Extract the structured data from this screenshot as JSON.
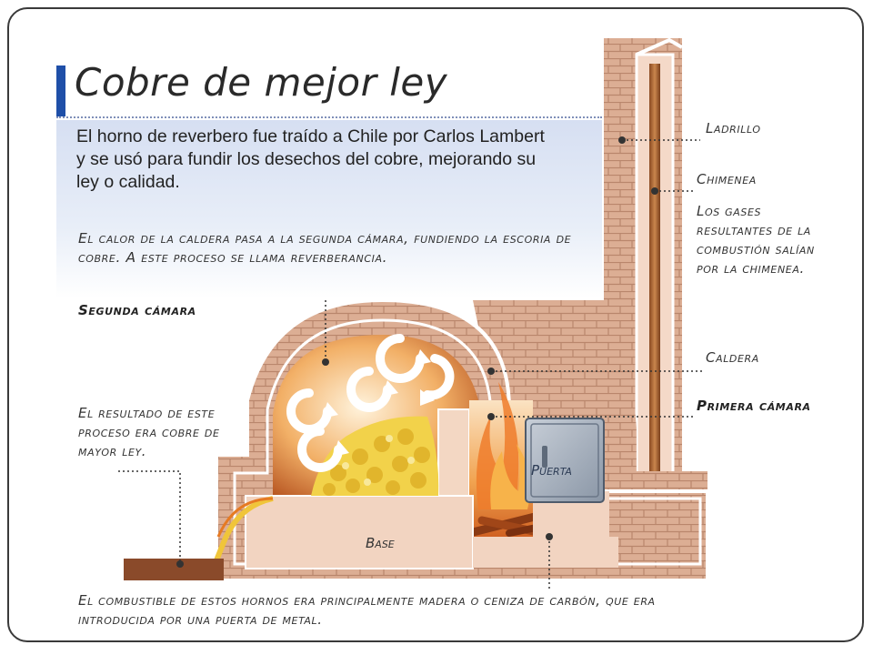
{
  "title": "Cobre de mejor ley",
  "intro": "El horno de reverbero fue traído a Chile por Carlos Lambert y se usó para fundir los desechos del cobre, mejorando su ley o calidad.",
  "notes": {
    "calor": "El calor de la caldera pasa a la segunda cámara, fundiendo la escoria de cobre. A este proceso se llama reverberancia.",
    "segunda_camara": "Segunda cámara",
    "resultado": "El resultado de este proceso era cobre de mayor ley.",
    "combustible": "El combustible de estos hornos era principalmente madera o ceniza de carbón, que era introducida por una puerta de metal."
  },
  "labels": {
    "ladrillo": "Ladrillo",
    "chimenea": "Chimenea",
    "gases": "Los gases resultantes de la combustión salían por la chimenea.",
    "caldera": "Caldera",
    "primera_camara": "Primera cámara",
    "puerta": "Puerta",
    "base": "Base"
  },
  "colors": {
    "accent": "#1f4fa8",
    "brick": "#d9a88e",
    "fire": "#e8782a",
    "copper": "#f2d24a"
  }
}
